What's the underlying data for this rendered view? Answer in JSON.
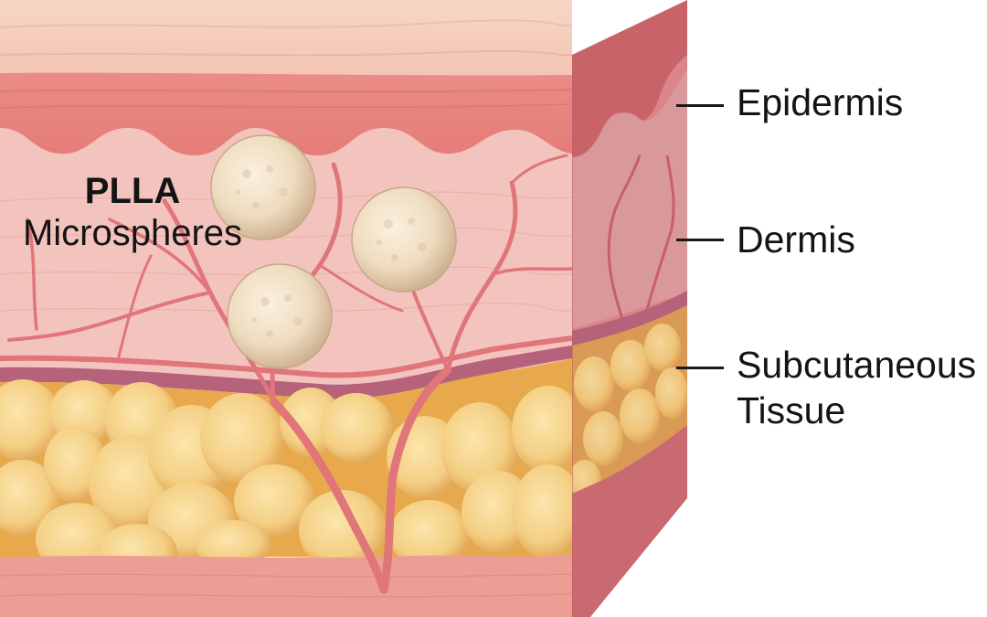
{
  "diagram": {
    "type": "skin cross-section illustration",
    "annotation": {
      "title": "PLLA",
      "subtitle": "Microspheres"
    },
    "layers": [
      {
        "id": "epidermis",
        "label": "Epidermis"
      },
      {
        "id": "dermis",
        "label": "Dermis"
      },
      {
        "id": "subcutaneous",
        "label_line1": "Subcutaneous",
        "label_line2": "Tissue"
      }
    ],
    "microsphere_count": 3,
    "colors": {
      "surface": "#f4c9b6",
      "epidermis": "#e6807c",
      "dermis": "#f3c4bd",
      "vessel": "#e0757a",
      "vessel_purple": "#b5627a",
      "fat_bg": "#e8a94c",
      "fat_lobule": "#f6d58c",
      "deep_layer": "#ec9e95",
      "side_face": "#cf6f72",
      "microsphere": "#eedcc0",
      "text": "#141414"
    }
  }
}
